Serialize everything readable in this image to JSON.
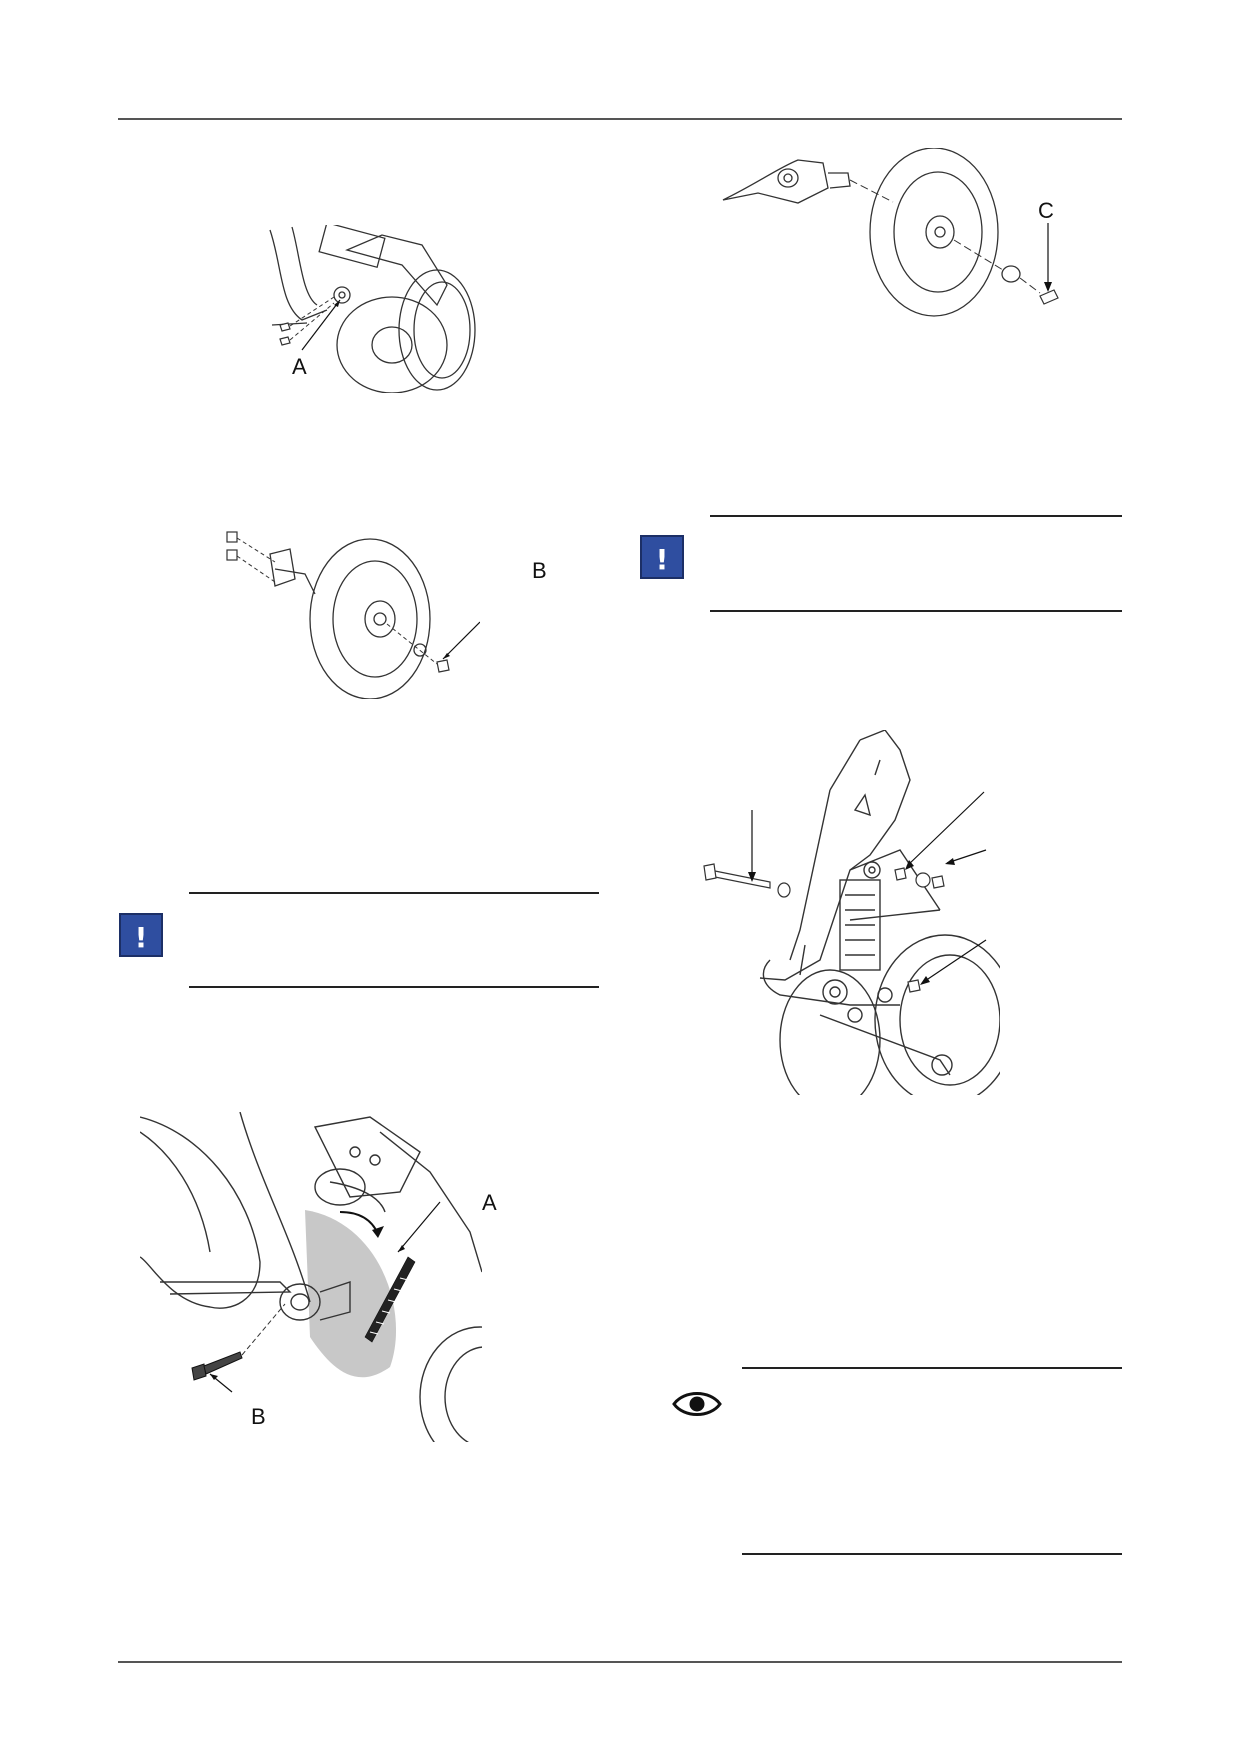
{
  "figures": {
    "fig_top_left": {
      "callouts": [
        "A"
      ]
    },
    "fig_disc_left": {
      "callouts": [
        "B"
      ]
    },
    "fig_spring": {
      "callouts": [
        "A",
        "B"
      ]
    },
    "fig_disc_right": {
      "callouts": [
        "C"
      ]
    },
    "fig_assembly": {
      "callouts": []
    }
  },
  "icons": {
    "warning_left": "exclamation-warning-icon",
    "warning_right": "exclamation-warning-icon",
    "note": "eye-icon"
  },
  "colors": {
    "warning_blue": "#2f4ea0",
    "rule_gray": "#555555",
    "shade_gray": "#c8c8c8"
  }
}
